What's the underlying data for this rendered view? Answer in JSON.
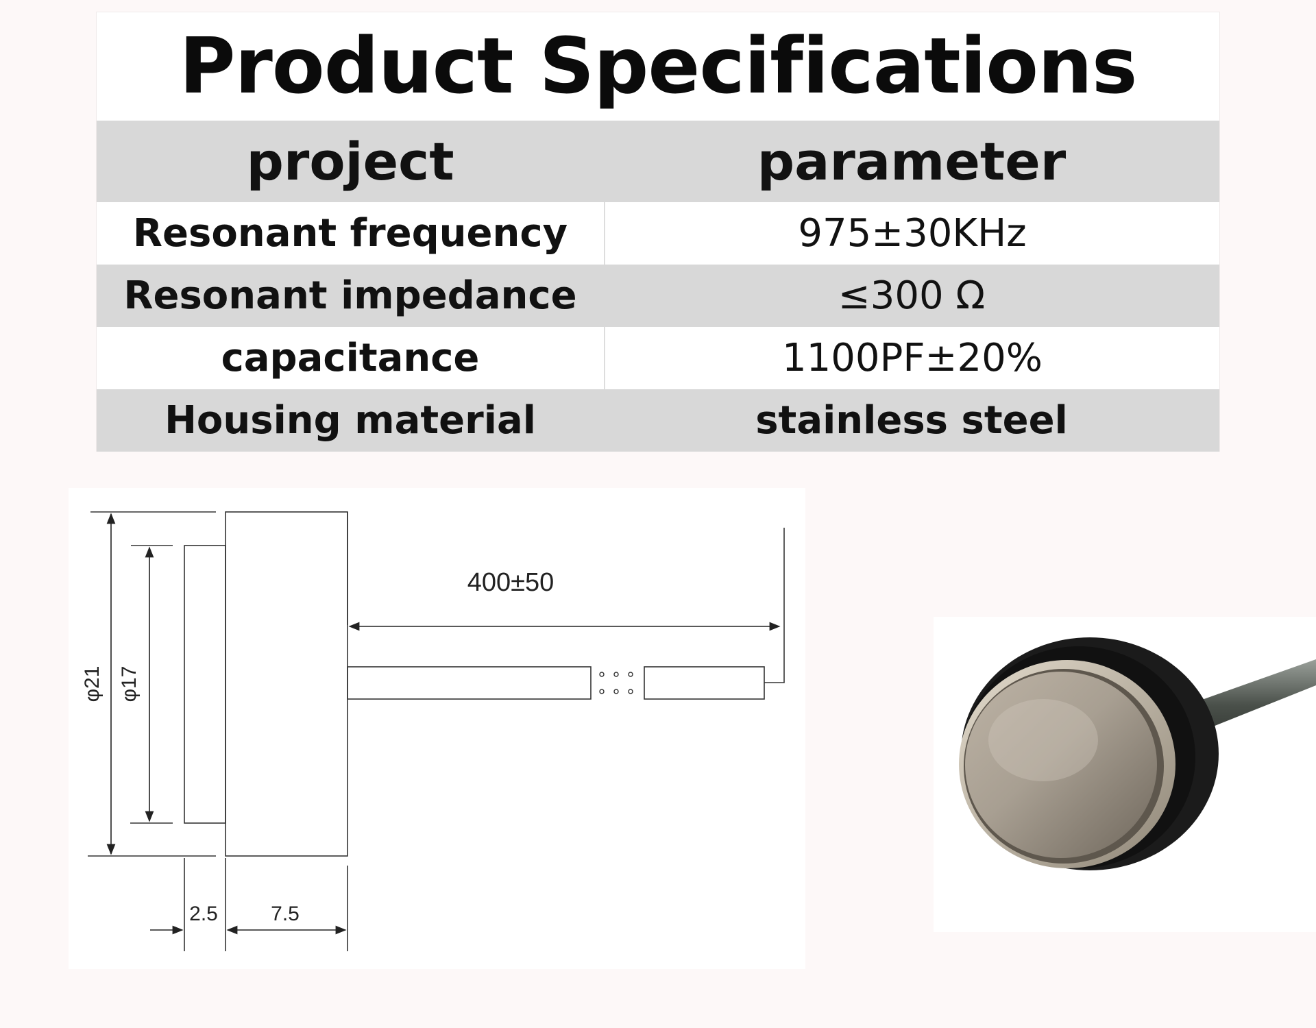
{
  "spec_table": {
    "title": "Product Specifications",
    "headers": {
      "project": "project",
      "parameter": "parameter"
    },
    "rows": [
      {
        "project": "Resonant frequency",
        "parameter": "975±30KHz"
      },
      {
        "project": "Resonant impedance",
        "parameter": "≤300 Ω"
      },
      {
        "project": "capacitance",
        "parameter": "1100PF±20%"
      },
      {
        "project": "Housing material",
        "parameter": "stainless steel"
      }
    ]
  },
  "drawing": {
    "cable_length_label": "400±50",
    "outer_diameter_label": "φ21",
    "inner_diameter_label": "φ17",
    "face_thickness_label": "2.5",
    "body_length_label": "7.5"
  },
  "photo": {
    "subject": "ultrasonic-transducer-photo"
  }
}
